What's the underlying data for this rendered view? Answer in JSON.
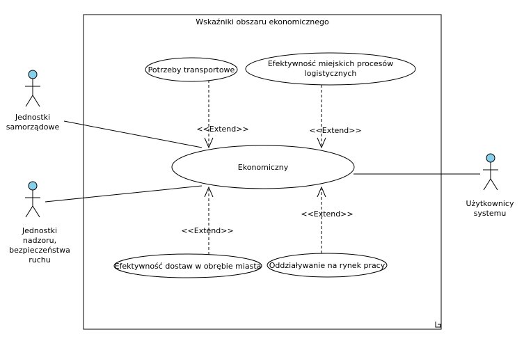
{
  "system_boundary": {
    "title": "Wskaźniki obszaru ekonomicznego"
  },
  "use_cases": {
    "ekonomiczny": {
      "lines": [
        "Ekonomiczny"
      ]
    },
    "potrzeby": {
      "lines": [
        "Potrzeby transportowe"
      ]
    },
    "efektywnosc_miejskich": {
      "lines": [
        "Efektywność miejskich procesów",
        "logistycznych"
      ]
    },
    "efektywnosc_dostaw": {
      "lines": [
        "Efektywność dostaw w obrębie miasta"
      ]
    },
    "oddzialywanie": {
      "lines": [
        "Oddziaływanie na rynek pracy"
      ]
    }
  },
  "actors": {
    "samorzadowe": {
      "lines": [
        "Jednostki",
        "samorządowe"
      ]
    },
    "nadzoru": {
      "lines": [
        "Jednostki",
        "nadzoru,",
        "bezpieczeństwa",
        "ruchu"
      ]
    },
    "uzytkownicy": {
      "lines": [
        "Użytkownicy",
        "systemu"
      ]
    }
  },
  "relations": {
    "extend_label": "<<Extend>>"
  },
  "colors": {
    "actor_head": "#87CEEB",
    "line": "#000000"
  }
}
